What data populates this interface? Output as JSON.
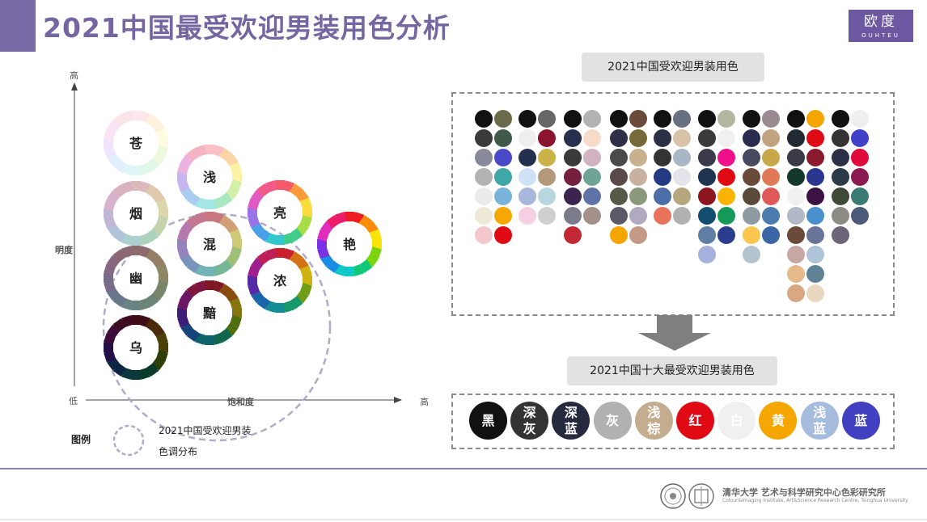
{
  "header": {
    "title": "2021中国最受欢迎男装用色分析",
    "logo_text": "欧度",
    "logo_sub": "OUHTEU"
  },
  "axes": {
    "y_label": "明度",
    "x_label": "饱和度",
    "y_high": "高",
    "x_low": "低",
    "x_high": "高"
  },
  "legend": {
    "label": "图例",
    "text_line1": "2021中国受欢迎男装",
    "text_line2": "色调分布"
  },
  "wheels": [
    {
      "label": "苍",
      "colors": [
        "#fde7ea",
        "#fdf0dc",
        "#fdfbe0",
        "#eef8dc",
        "#def7e7",
        "#def6f6",
        "#e2eefb",
        "#eee4fb",
        "#f9e3f4",
        "#fbe4e9"
      ]
    },
    {
      "label": "浅",
      "colors": [
        "#fbc0c6",
        "#fdd4a6",
        "#fdf2a6",
        "#d2f0a8",
        "#a6e8c2",
        "#a4e5e6",
        "#a8cdf1",
        "#c8b6f1",
        "#ecb2e0",
        "#f4b3c3"
      ]
    },
    {
      "label": "烟",
      "colors": [
        "#dbb9bd",
        "#dfc9ad",
        "#dcd6ad",
        "#c4d2ad",
        "#aed3bd",
        "#acd0d0",
        "#b0c2d6",
        "#c2b6d6",
        "#d6b2cc",
        "#d9b3bc"
      ]
    },
    {
      "label": "亮",
      "colors": [
        "#f45a6a",
        "#fb9a3a",
        "#f8dd3c",
        "#a8dd45",
        "#40cd88",
        "#30c8cd",
        "#4aa0e8",
        "#9a74e6",
        "#e05ac2",
        "#f15a86"
      ]
    },
    {
      "label": "混",
      "colors": [
        "#c77780",
        "#d2a077",
        "#cfc877",
        "#9dbf77",
        "#76b896",
        "#72b4b6",
        "#7894ba",
        "#9682bd",
        "#b778ae",
        "#c37890"
      ]
    },
    {
      "label": "艳",
      "colors": [
        "#ee1d24",
        "#fa8c0a",
        "#f8e30a",
        "#7bd40e",
        "#10c878",
        "#10c8c6",
        "#188de6",
        "#7a32e2",
        "#e02bbd",
        "#ee1b6a"
      ]
    },
    {
      "label": "幽",
      "colors": [
        "#8c6a6e",
        "#947e66",
        "#8d8766",
        "#77856a",
        "#6a8477",
        "#688383",
        "#6a7689",
        "#786c89",
        "#876882",
        "#8b6874"
      ]
    },
    {
      "label": "浓",
      "colors": [
        "#c8202e",
        "#d57215",
        "#cdb410",
        "#6f9e16",
        "#16986a",
        "#148c96",
        "#1a65aa",
        "#552aa6",
        "#9e1f8d",
        "#be1f56"
      ]
    },
    {
      "label": "黯",
      "colors": [
        "#7e1822",
        "#8a4b10",
        "#857410",
        "#4f6e10",
        "#10674b",
        "#10636a",
        "#16437a",
        "#3c1e78",
        "#6c1763",
        "#7d173f"
      ]
    },
    {
      "label": "乌",
      "colors": [
        "#3e0e14",
        "#4a2a08",
        "#4a4008",
        "#2d3e08",
        "#0a3a2a",
        "#0a383c",
        "#0c2646",
        "#221046",
        "#3c0c38",
        "#3e0c22"
      ]
    }
  ],
  "top_colors": {
    "title": "2021中国受欢迎男装用色",
    "columns": [
      [
        "#111111",
        "#6b6a4a",
        "#3a3a3a",
        "#3f5a4a",
        "#888a9a",
        "#4a4ac8",
        "#b3b3b5",
        "#3fa7a6",
        "#ebebeb",
        "#7ab3d9",
        "#eeead7",
        "#f6a800",
        "#f2c8cd",
        "#e00a14"
      ],
      [
        "#111111",
        "#666666",
        "#eeeeee",
        "#8b1530",
        "#23304e",
        "#cbb247",
        "#cfe1f6",
        "#b3987a",
        "#a8b8dc",
        "#b7d6e0",
        "#f6cfe2",
        "#cfcfcf"
      ],
      [
        "#111111",
        "#b2b2b2",
        "#28304e",
        "#f7dbc9",
        "#3a3a3a",
        "#d0b2c0",
        "#76203f",
        "#6ea395",
        "#3b244e",
        "#5f73a7",
        "#7b7b8b",
        "#a39088",
        "#c12734"
      ],
      [
        "#111111",
        "#6a4a39",
        "#2f3048",
        "#76693a",
        "#4a4a4a",
        "#c9b190",
        "#5a4a4a",
        "#c9b1a0",
        "#555a46",
        "#8c987c",
        "#5a5a66",
        "#b1a9bf",
        "#f5a500",
        "#c39a88"
      ],
      [
        "#111111",
        "#67707e",
        "#2c3044",
        "#d9c3a8",
        "#333333",
        "#a9b6c4",
        "#243a82",
        "#e2e4ea",
        "#4b6ea7",
        "#b7a77e",
        "#e8735a",
        "#b1b1b1"
      ],
      [
        "#111111",
        "#b4b79f",
        "#3a3a3a",
        "#f0f0f0",
        "#3a3a4a",
        "#f00e8b",
        "#1f3450",
        "#e00a14",
        "#8c1520",
        "#fab400",
        "#134e6e",
        "#149a56",
        "#5f7ea3",
        "#2a3c8e",
        "#a5b1dc"
      ],
      [
        "#111111",
        "#988a90",
        "#2a2c4d",
        "#c3a27f",
        "#47495e",
        "#c9a84b",
        "#6a4a39",
        "#e07a56",
        "#5a4a3a",
        "#e05a5a",
        "#8f9ba1",
        "#4c7cad",
        "#fac64e",
        "#3c67a6",
        "#b3c3ce"
      ],
      [
        "#111111",
        "#f5a500",
        "#212933",
        "#e00a14",
        "#3a3a46",
        "#8a1a30",
        "#15382c",
        "#2a3690",
        "#f0f0f0",
        "#3c1244",
        "#b3b8c6",
        "#4a90cd",
        "#6a4a3a",
        "#6a7499",
        "#c7a7a3",
        "#adc4d9",
        "#e6b98b",
        "#5f8193",
        "#d9a781",
        "#ead7bf"
      ],
      [
        "#111111",
        "#eeeeee",
        "#333333",
        "#4040c8",
        "#2c3046",
        "#e00a3a",
        "#2c3946",
        "#8a1a50",
        "#3e4a36",
        "#3c7a74",
        "#8c8c84",
        "#4a5a78",
        "#6c6478"
      ]
    ]
  },
  "top10": {
    "title": "2021中国十大最受欢迎男装用色",
    "items": [
      {
        "label": "黑",
        "color": "#111111",
        "text_color": "#ffffff"
      },
      {
        "label": "深灰",
        "color": "#333333",
        "text_color": "#ffffff"
      },
      {
        "label": "深蓝",
        "color": "#262a3e",
        "text_color": "#ffffff"
      },
      {
        "label": "灰",
        "color": "#b1b1b1",
        "text_color": "#ffffff"
      },
      {
        "label": "浅棕",
        "color": "#c4ad8f",
        "text_color": "#ffffff"
      },
      {
        "label": "红",
        "color": "#e00a14",
        "text_color": "#ffffff"
      },
      {
        "label": "白",
        "color": "#f0f0f0",
        "text_color": "#ffffff"
      },
      {
        "label": "黄",
        "color": "#f5a600",
        "text_color": "#ffffff"
      },
      {
        "label": "浅蓝",
        "color": "#a6bcdf",
        "text_color": "#ffffff"
      },
      {
        "label": "蓝",
        "color": "#4040c0",
        "text_color": "#ffffff"
      }
    ]
  },
  "footer": {
    "org": "清华大学 艺术与科学研究中心色彩研究所",
    "org_sub": "Colour&Imaging Institute, Art&Science Research Centre, Tsinghua University"
  }
}
